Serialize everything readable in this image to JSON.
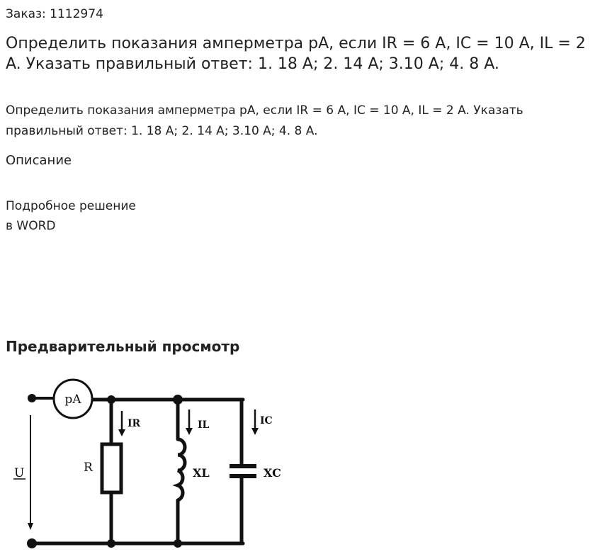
{
  "order": {
    "text": "Заказ: 1112974"
  },
  "task": {
    "title": "Определить показания амперметра pA, если IR = 6 A, IC = 10 A, IL = 2 A. Указать правильный ответ: 1. 18 A; 2. 14 A; 3.10 A; 4. 8 A.",
    "text": "Определить показания амперметра pA, если IR = 6 A, IC = 10 A, IL = 2 A. Указать правильный ответ: 1. 18 A; 2. 14 A; 3.10 A; 4. 8 A."
  },
  "description": {
    "heading": "Описание",
    "line1": "Подробное решение",
    "line2": "в WORD"
  },
  "preview": {
    "heading": "Предварительный просмотр",
    "circuit": {
      "ammeter": "pA",
      "voltage": "U",
      "resistor": "R",
      "inductor": "XL",
      "capacitor": "XC",
      "current_r": "IR",
      "current_l": "IL",
      "current_c": "IC"
    }
  }
}
